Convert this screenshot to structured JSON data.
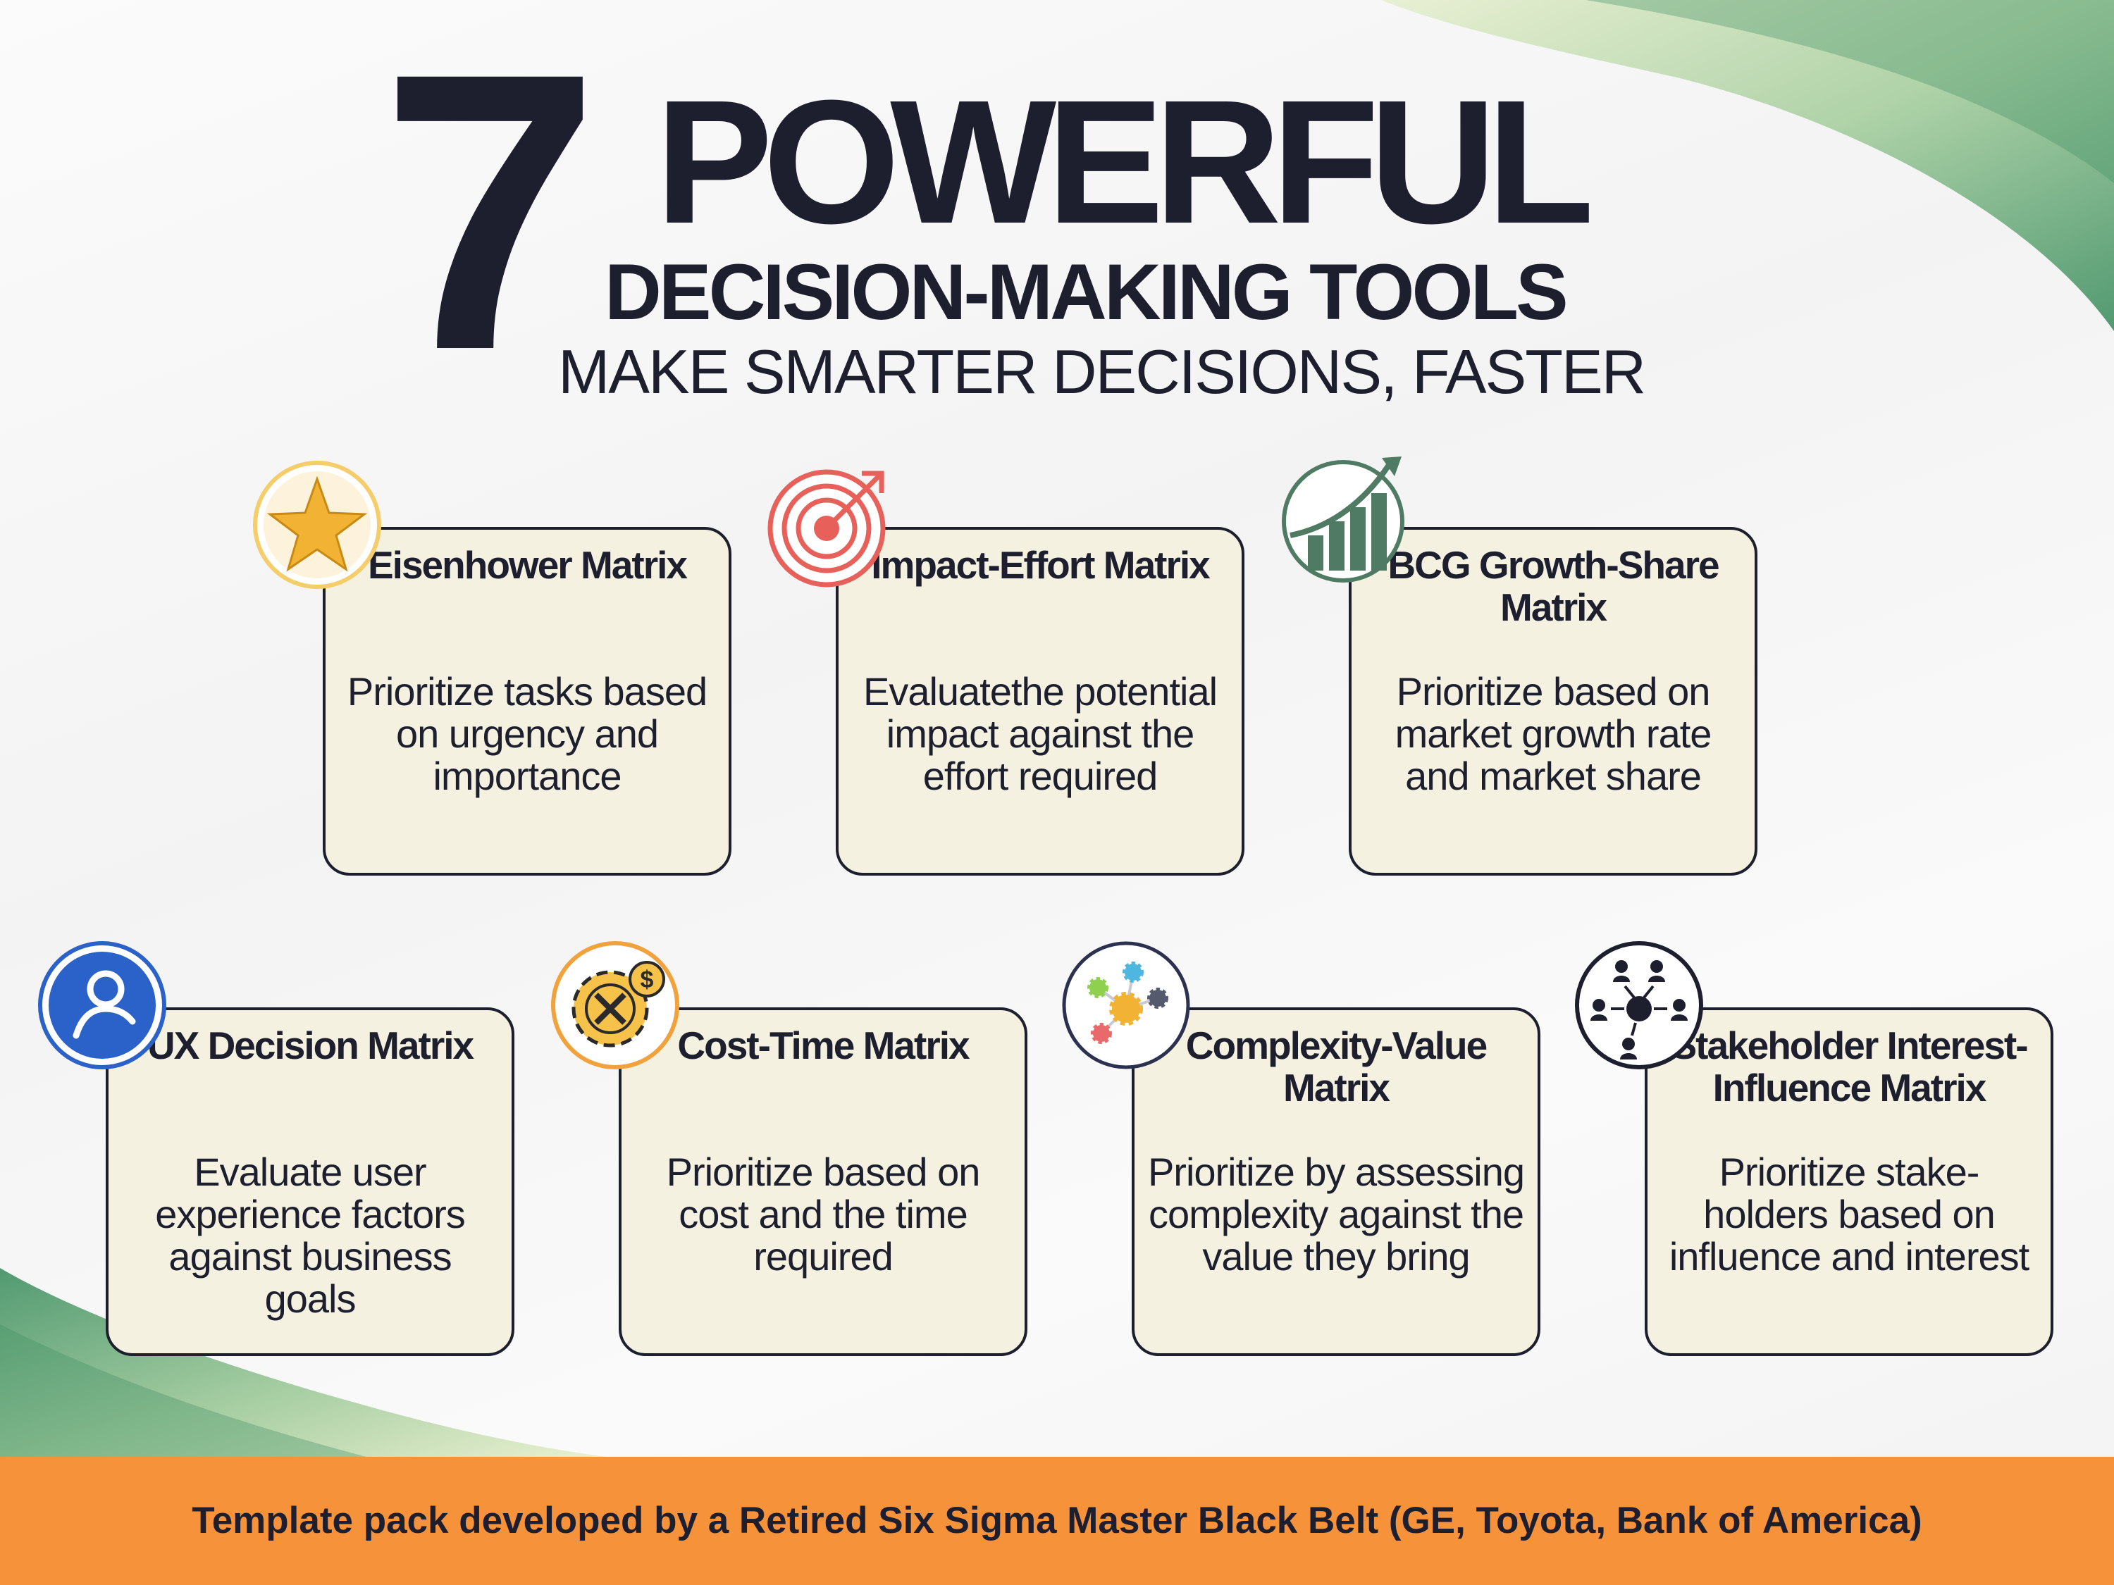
{
  "header": {
    "number": "7",
    "title": "POWERFUL",
    "subtitle": "DECISION-MAKING TOOLS",
    "tagline": "MAKE SMARTER DECISIONS, FASTER"
  },
  "tools": [
    {
      "title": "Eisenhower Matrix",
      "description": "Prioritize tasks based on urgency and importance",
      "icon": "star-icon"
    },
    {
      "title": "Impact-Effort Matrix",
      "description": "Evaluatethe potential impact against the effort required",
      "icon": "target-icon"
    },
    {
      "title": "BCG Growth-Share Matrix",
      "description": "Prioritize based on market growth rate and market share",
      "icon": "growth-chart-icon"
    },
    {
      "title": "UX Decision Matrix",
      "description": "Evaluate user experience factors against business goals",
      "icon": "user-icon"
    },
    {
      "title": "Cost-Time Matrix",
      "description": "Prioritize based on cost and the time required",
      "icon": "gear-dollar-icon"
    },
    {
      "title": "Complexity-Value Matrix",
      "description": "Prioritize by assessing complexity against the value they bring",
      "icon": "gears-network-icon"
    },
    {
      "title": "Stakeholder Interest-Influence Matrix",
      "description": "Prioritize stake-holders based on influence and interest",
      "icon": "stakeholders-icon"
    }
  ],
  "footer": {
    "text": "Template pack developed by a Retired Six Sigma Master Black Belt (GE, Toyota, Bank of America)"
  },
  "colors": {
    "dark": "#1d1f2e",
    "card_bg": "#f4f1e1",
    "footer_bg": "#f6923a",
    "green": "#4f9a6c"
  }
}
